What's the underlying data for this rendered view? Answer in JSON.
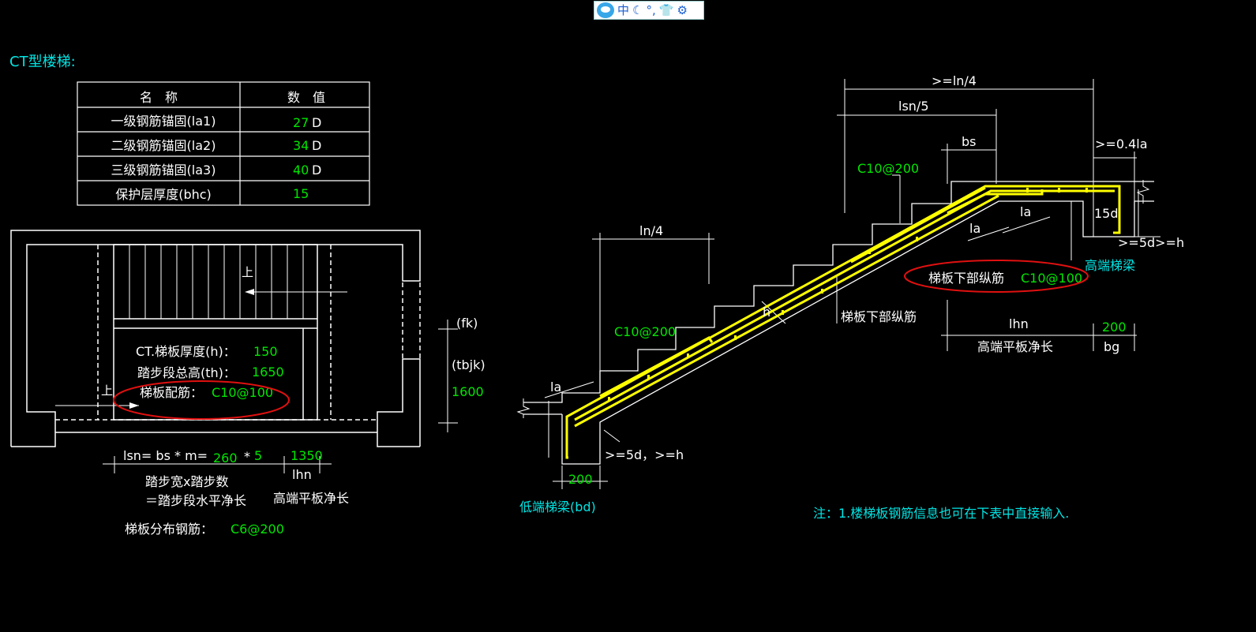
{
  "toolbar": {
    "ime_mode": "中",
    "icons": [
      "mascot-icon",
      "moon-icon",
      "punctuation-icon",
      "shirt-icon",
      "gear-icon"
    ]
  },
  "title": "CT型楼梯:",
  "table": {
    "headers": [
      "名　称",
      "数　值"
    ],
    "rows": [
      {
        "name": "一级钢筋锚固(la1)",
        "value": "27",
        "unit": "D"
      },
      {
        "name": "二级钢筋锚固(la2)",
        "value": "34",
        "unit": "D"
      },
      {
        "name": "三级钢筋锚固(la3)",
        "value": "40",
        "unit": "D"
      },
      {
        "name": "保护层厚度(bhc)",
        "value": "15",
        "unit": ""
      }
    ]
  },
  "plan": {
    "up1": "上",
    "up2": "上",
    "thickness_label": "CT.梯板厚度(h)：",
    "thickness_value": "150",
    "total_height_label": "踏步段总高(th)：",
    "total_height_value": "1650",
    "reinf_label": "梯板配筋：",
    "reinf_value": "C10@100",
    "fk": "(fk)",
    "tbjk": "(tbjk)",
    "tbjk_value": "1600",
    "lsn_formula": "lsn= bs * m=",
    "bs_value": "260",
    "times": "*",
    "m_value": "5",
    "lhn_value": "1350",
    "lhn": "lhn",
    "note1": "踏步宽x踏步数",
    "note2": "＝踏步段水平净长",
    "note3": "高端平板净长",
    "dist_label": "梯板分布钢筋：",
    "dist_value": "C6@200"
  },
  "section": {
    "ln4_top": ">=ln/4",
    "lsn5": "lsn/5",
    "bs": "bs",
    "la04": ">=0.4la",
    "c10_top": "C10@200",
    "la_r1": "la",
    "la_r2": "la",
    "d15": "15d",
    "d5h_r": ">=5d>=h",
    "high_beam": "高端梯梁",
    "bottom_long": "梯板下部纵筋",
    "bottom_long_value": "C10@100",
    "ln4": "ln/4",
    "h": "h",
    "bottom_long2": "梯板下部纵筋",
    "lhn": "lhn",
    "bg_value": "200",
    "high_plate": "高端平板净长",
    "bg": "bg",
    "c10_left": "C10@200",
    "la_left": "la",
    "d5h_left": ">=5d，>=h",
    "bd_value": "200",
    "low_beam": "低端梯梁(bd)"
  },
  "footnote": "注：1.楼梯板钢筋信息也可在下表中直接输入.",
  "colors": {
    "background": "#000000",
    "line": "#ffffff",
    "value": "#00e600",
    "title": "#00e5e5",
    "rebar": "#ffff00",
    "highlight": "#e01010"
  }
}
